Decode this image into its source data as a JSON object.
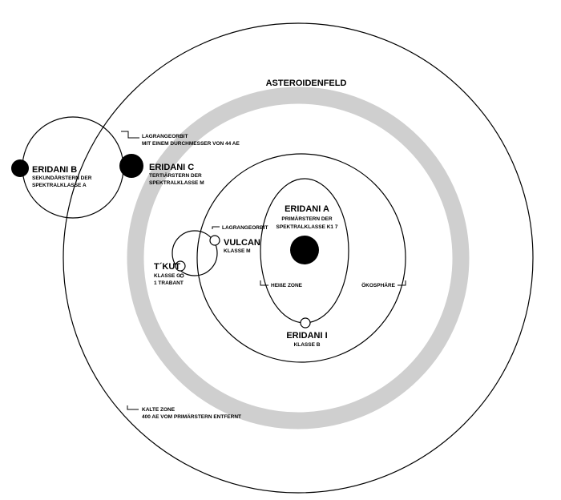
{
  "labels": {
    "asteroid_belt": "ASTEROIDENFELD",
    "lagrange_orbit_big": [
      "LAGRANGEORBIT",
      "MIT EINEM DURCHMESSER VON 44 AE"
    ],
    "eridani_b": {
      "name": "ERIDANI B",
      "desc": [
        "SEKUNDÄRSTERN DER",
        "SPEKTRALKLASSE A"
      ]
    },
    "eridani_c": {
      "name": "ERIDANI C",
      "desc": [
        "TERTIÄRSTERN DER",
        "SPEKTRALKLASSE M"
      ]
    },
    "eridani_a": {
      "name": "ERIDANI A",
      "desc": [
        "PRIMÄRSTERN DER",
        "SPEKTRALKLASSE K1 7"
      ]
    },
    "lagrange_orbit_small": "LAGRANGEORBIT",
    "vulcan": {
      "name": "VULCAN",
      "desc": [
        "KLASSE M"
      ]
    },
    "tkut": {
      "name": "T´KUT",
      "desc": [
        "KLASSE G",
        "1 TRABANT"
      ]
    },
    "hot_zone": "HEIßE ZONE",
    "ecosphere": "ÖKOSPHÄRE",
    "eridani_i": {
      "name": "ERIDANI I",
      "desc": [
        "KLASSE B"
      ]
    },
    "cold_zone": [
      "KALTE ZONE",
      "400 AE VOM PRIMÄRSTERN ENTFERNT"
    ]
  },
  "colors": {
    "ring": "#cfcfcf",
    "ink": "#000000",
    "paper": "#ffffff"
  }
}
